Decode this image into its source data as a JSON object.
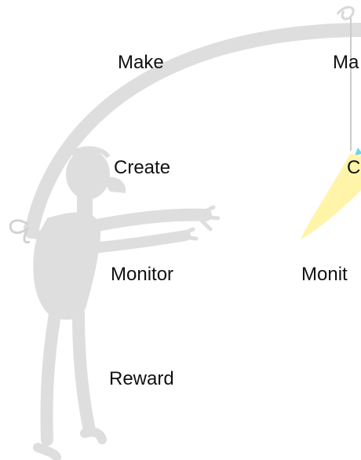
{
  "colors": {
    "figure": "#dedede",
    "figure_dark": "#d2d2d2",
    "carrot": "#fff4a8",
    "carrot_top": "#6fd6e8",
    "string": "#cccccc",
    "text": "#111111"
  },
  "icons": [
    "stick-figure-icon",
    "fishing-rod-icon",
    "carrot-icon"
  ],
  "left_column": {
    "make": "Make",
    "create": "Create",
    "monitor": "Monitor",
    "reward": "Reward"
  },
  "right_column": {
    "make": "Ma",
    "create": "C",
    "monitor": "Monit"
  }
}
